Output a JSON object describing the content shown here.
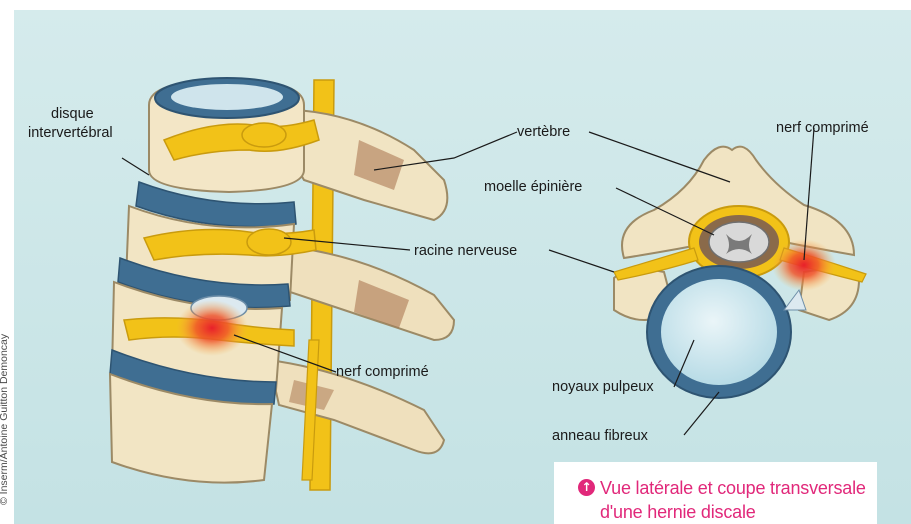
{
  "credit": "© Inserm/Antoine Guitton Demoncay",
  "labels": {
    "disque": "disque",
    "intervertebral": "intervertébral",
    "vertebre": "vertèbre",
    "moelle": "moelle épinière",
    "racine": "racine nerveuse",
    "nerf_comprime_left": "nerf comprimé",
    "nerf_comprime_right": "nerf comprimé",
    "noyaux": "noyaux pulpeux",
    "anneau": "anneau fibreux"
  },
  "caption": {
    "icon": "arrow-up-circle-icon",
    "text": "Vue latérale et coupe transversale d'une hernie discale"
  },
  "colors": {
    "background": "#cfe6e8",
    "bone": "#f1e4c3",
    "disc": "#3f6e92",
    "nerve": "#f2c218",
    "pain": "#e8352a",
    "accent": "#e1287a"
  }
}
